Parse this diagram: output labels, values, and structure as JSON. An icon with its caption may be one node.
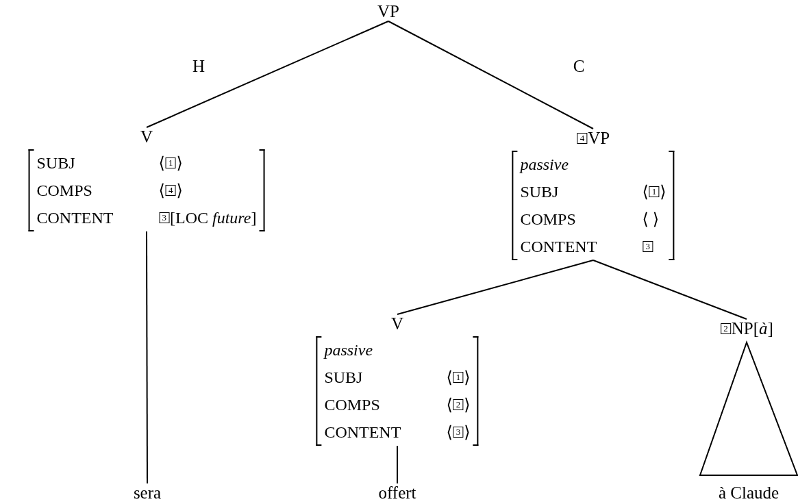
{
  "diagram": {
    "nodes": [
      {
        "text": [
          "VP"
        ]
      },
      {
        "text": [
          "V",
          "SUBJ",
          "⟨1⟩",
          "COMPS",
          "⟨4⟩",
          "CONTENT",
          "3[LOC *future*]"
        ]
      },
      {
        "text": [
          "4VP",
          "passive",
          "SUBJ",
          "⟨1⟩",
          "COMPS",
          "⟨ ⟩",
          "CONTENT",
          "3"
        ]
      },
      {
        "text": [
          "V",
          "passive",
          "SUBJ",
          "⟨1⟩",
          "COMPS",
          "⟨2⟩",
          "CONTENT",
          "⟨3⟩"
        ]
      },
      {
        "text": [
          "2NP[*à*]"
        ]
      },
      {
        "text": [
          "sera"
        ]
      },
      {
        "text": [
          "offert"
        ]
      },
      {
        "text": [
          "à Claude"
        ]
      }
    ],
    "edges": [
      {
        "from": 0,
        "to": 1,
        "arrow": "none",
        "label": "H"
      },
      {
        "from": 0,
        "to": 2,
        "arrow": "none",
        "label": "C"
      },
      {
        "from": 1,
        "to": 5,
        "arrow": "none"
      },
      {
        "from": 2,
        "to": 3,
        "arrow": "none"
      },
      {
        "from": 2,
        "to": 4,
        "arrow": "none"
      },
      {
        "from": 3,
        "to": 6,
        "arrow": "none"
      },
      {
        "from": 4,
        "to": 7,
        "arrow": "none"
      }
    ]
  }
}
